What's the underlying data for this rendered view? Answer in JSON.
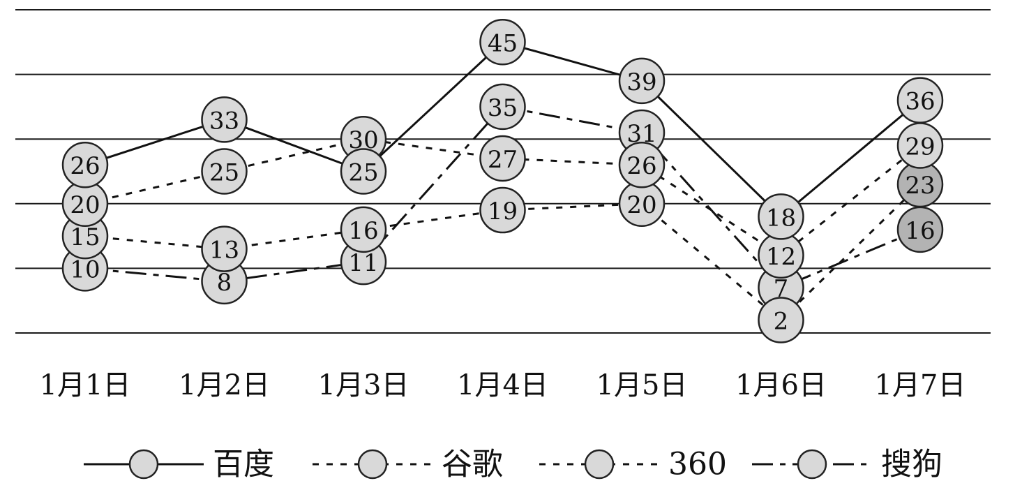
{
  "chart_data": {
    "type": "line",
    "categories": [
      "1月1日",
      "1月2日",
      "1月3日",
      "1月4日",
      "1月5日",
      "1月6日",
      "1月7日"
    ],
    "series": [
      {
        "name": "百度",
        "values": [
          26,
          33,
          25,
          45,
          39,
          18,
          36
        ],
        "dash": "solid"
      },
      {
        "name": "谷歌",
        "values": [
          20,
          25,
          30,
          27,
          26,
          12,
          29
        ],
        "dash": "dotted"
      },
      {
        "name": "360",
        "values": [
          15,
          13,
          16,
          19,
          20,
          2,
          23
        ],
        "dash": "dotted"
      },
      {
        "name": "搜狗",
        "values": [
          10,
          8,
          11,
          35,
          31,
          7,
          16
        ],
        "dash": "dashdot"
      }
    ],
    "ylim": [
      0,
      50
    ],
    "grid": true,
    "legend_position": "bottom",
    "marker_fill": "#d9d9d9",
    "marker_fill_dark": "#b3b3b3",
    "line_color": "#111111"
  }
}
